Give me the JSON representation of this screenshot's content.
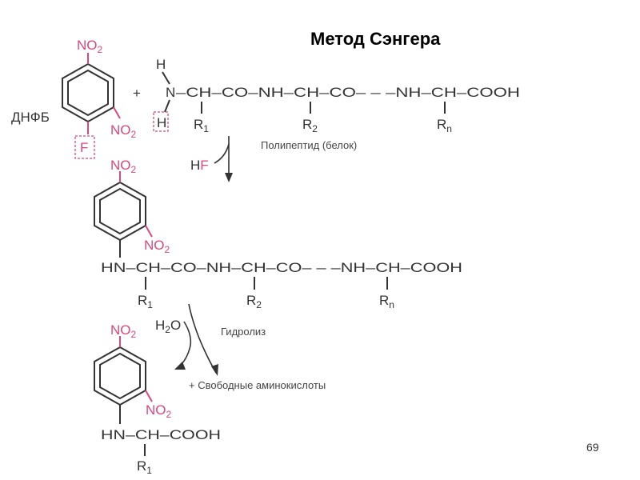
{
  "title": "Метод Сэнгера",
  "page_number": "69",
  "reagent": {
    "label": "ДНФБ",
    "no2": "NO",
    "no2_sub": "2",
    "fluorine": "F",
    "plus": "+"
  },
  "peptide": {
    "h_top": "H",
    "n": "N",
    "h_bottom": "H",
    "chain": "–CH–CO–NH–CH–CO– – –NH–CH–COOH",
    "r": "R",
    "r1_sub": "1",
    "r2_sub": "2",
    "rn_sub": "n",
    "caption": "Полипептид (белок)"
  },
  "step1": {
    "byproduct_h": "H",
    "byproduct_f": "F"
  },
  "dnp_peptide": {
    "chain": "HN–CH–CO–NH–CH–CO– – –NH–CH–COOH"
  },
  "step2": {
    "reagent_h": "H",
    "reagent_sub": "2",
    "reagent_o": "O",
    "label": "Гидролиз",
    "product": "+ Свободные аминокислоты"
  },
  "dnp_amino_acid": {
    "chain": "HN–CH–COOH"
  },
  "colors": {
    "highlight": "#d8477d",
    "ink": "#333333"
  }
}
